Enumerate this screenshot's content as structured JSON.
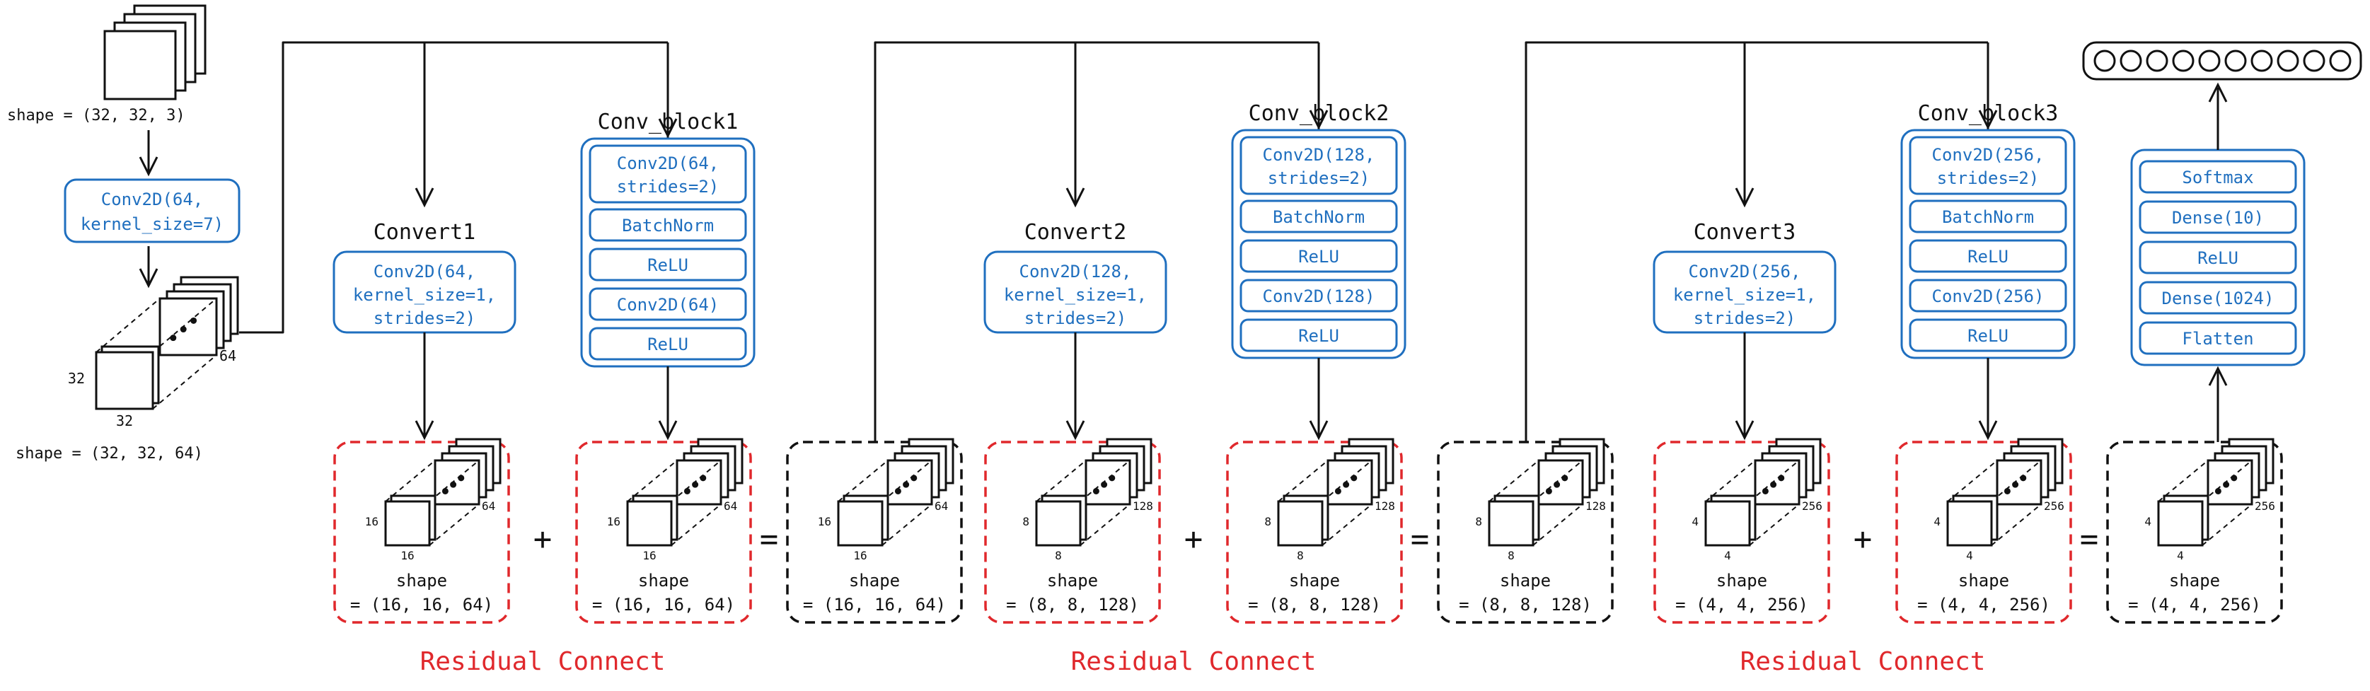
{
  "input": {
    "shape_label": "shape = (32, 32, 3)",
    "conv_lines": [
      "Conv2D(64,",
      "kernel_size=7)"
    ],
    "out_shape_label": "shape = (32, 32, 64)",
    "dim_h": "32",
    "dim_w": "32",
    "dim_c": "64"
  },
  "stages": [
    {
      "convert": {
        "title": "Convert1",
        "lines": [
          "Conv2D(64,",
          "kernel_size=1,",
          "strides=2)"
        ]
      },
      "block": {
        "title": "Conv_block1",
        "first_lines": [
          "Conv2D(64,",
          "strides=2)"
        ],
        "layers": [
          "BatchNorm",
          "ReLU",
          "Conv2D(64)",
          "ReLU"
        ]
      },
      "residual_label": "Residual Connect",
      "plus": "+",
      "equals": "=",
      "tensor": {
        "h": "16",
        "w": "16",
        "c": "64",
        "shape_label": "shape",
        "shape_value": "= (16, 16, 64)"
      }
    },
    {
      "convert": {
        "title": "Convert2",
        "lines": [
          "Conv2D(128,",
          "kernel_size=1,",
          "strides=2)"
        ]
      },
      "block": {
        "title": "Conv_block2",
        "first_lines": [
          "Conv2D(128,",
          "strides=2)"
        ],
        "layers": [
          "BatchNorm",
          "ReLU",
          "Conv2D(128)",
          "ReLU"
        ]
      },
      "residual_label": "Residual Connect",
      "plus": "+",
      "equals": "=",
      "tensor": {
        "h": "8",
        "w": "8",
        "c": "128",
        "shape_label": "shape",
        "shape_value": "= (8, 8, 128)"
      }
    },
    {
      "convert": {
        "title": "Convert3",
        "lines": [
          "Conv2D(256,",
          "kernel_size=1,",
          "strides=2)"
        ]
      },
      "block": {
        "title": "Conv_block3",
        "first_lines": [
          "Conv2D(256,",
          "strides=2)"
        ],
        "layers": [
          "BatchNorm",
          "ReLU",
          "Conv2D(256)",
          "ReLU"
        ]
      },
      "residual_label": "Residual Connect",
      "plus": "+",
      "equals": "=",
      "tensor": {
        "h": "4",
        "w": "4",
        "c": "256",
        "shape_label": "shape",
        "shape_value": "= (4, 4, 256)"
      }
    }
  ],
  "head": {
    "layers": [
      "Softmax",
      "Dense(10)",
      "ReLU",
      "Dense(1024)",
      "Flatten"
    ],
    "output_neuron_count": 10
  },
  "colors": {
    "blue": "#1f6fbf",
    "red": "#e0282c",
    "black": "#111111"
  }
}
